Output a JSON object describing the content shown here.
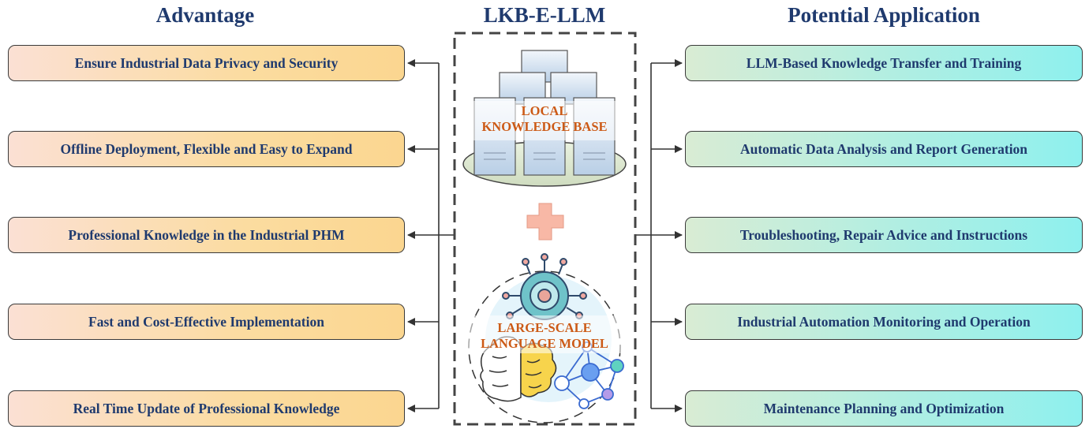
{
  "headings": {
    "advantage": "Advantage",
    "center": "LKB-E-LLM",
    "application": "Potential Application"
  },
  "advantages": [
    "Ensure Industrial Data Privacy and Security",
    "Offline Deployment, Flexible and Easy to Expand",
    "Professional Knowledge in the Industrial PHM",
    "Fast and Cost-Effective Implementation",
    "Real Time Update of Professional Knowledge"
  ],
  "applications": [
    "LLM-Based Knowledge Transfer and Training",
    "Automatic Data Analysis and Report Generation",
    "Troubleshooting, Repair Advice and Instructions",
    "Industrial Automation Monitoring and Operation",
    "Maintenance Planning and Optimization"
  ],
  "center": {
    "kb_line1": "LOCAL",
    "kb_line2": "KNOWLEDGE BASE",
    "llm_line1": "LARGE-SCALE",
    "llm_line2": "LANGUAGE MODEL"
  },
  "colors": {
    "heading": "#1f3a6e",
    "center_label": "#cc5a16",
    "plus": "#f7b7a3"
  },
  "icons": [
    "server-stack-icon",
    "plus-icon",
    "gear-icon",
    "brain-icon",
    "network-icon"
  ]
}
